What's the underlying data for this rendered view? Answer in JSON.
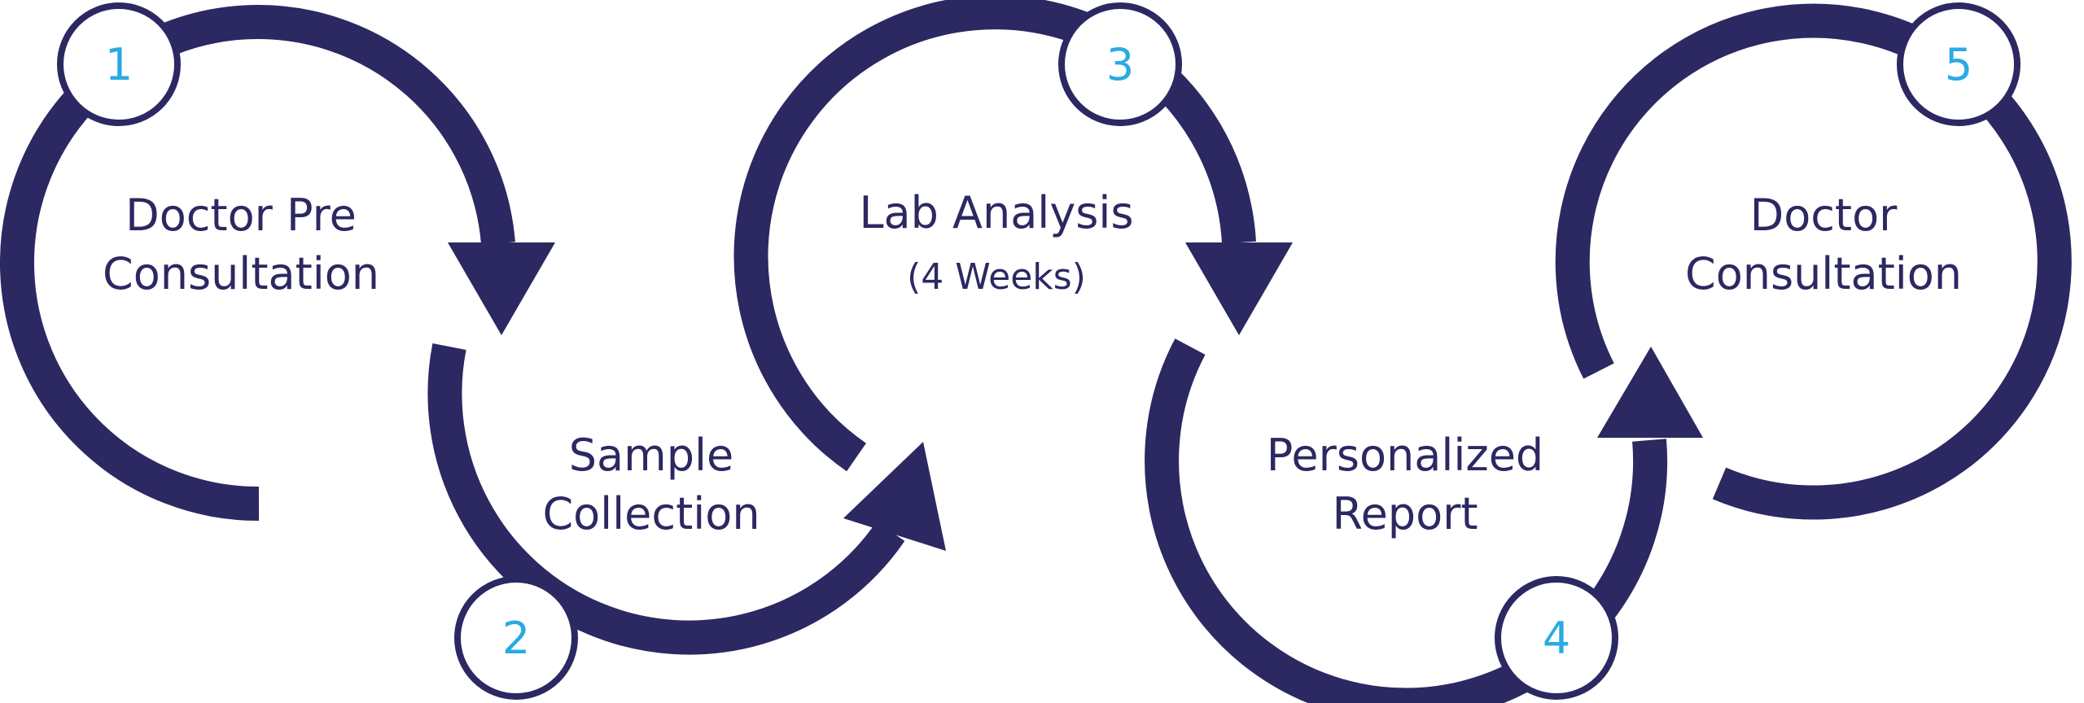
{
  "colors": {
    "arc": "#2b2862",
    "number": "#29abe2",
    "badge_fill": "#ffffff",
    "background": "#ffffff"
  },
  "steps": [
    {
      "number": "1",
      "line1": "Doctor Pre",
      "line2": "Consultation"
    },
    {
      "number": "2",
      "line1": "Sample",
      "line2": "Collection"
    },
    {
      "number": "3",
      "line1": "Lab Analysis",
      "line2": "(4 Weeks)"
    },
    {
      "number": "4",
      "line1": "Personalized",
      "line2": "Report"
    },
    {
      "number": "5",
      "line1": "Doctor",
      "line2": "Consultation"
    }
  ]
}
